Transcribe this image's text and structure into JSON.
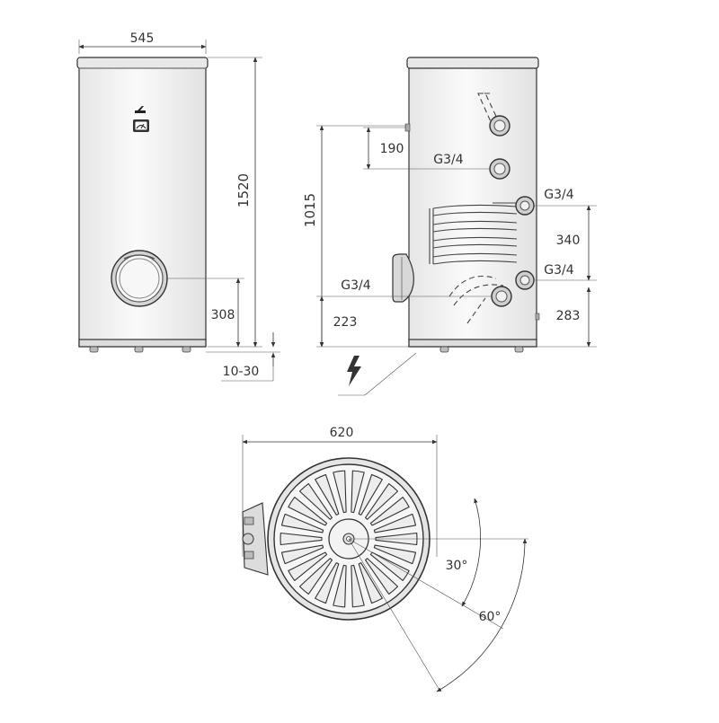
{
  "front_view": {
    "width_label": "545",
    "height_label": "1520",
    "flange_height_label": "308",
    "feet_label": "10-30"
  },
  "side_view": {
    "offset_label": "190",
    "inlet_height_label": "1015",
    "bottom_height_label": "223",
    "coil_spacing_label": "340",
    "coil_bottom_label": "283",
    "port_labels": {
      "upper": "G3/4",
      "coil_top": "G3/4",
      "coil_bottom": "G3/4",
      "lower": "G3/4"
    }
  },
  "top_view": {
    "diameter_label": "620",
    "angle_small_label": "30°",
    "angle_large_label": "60°"
  },
  "icons": {
    "power": "lightning-bolt-icon",
    "brand": "brand-logo-icon",
    "thermometer": "thermometer-gauge-icon"
  },
  "colors": {
    "tank_body": "#f4f4f4",
    "fitting": "#c9c9c9",
    "line": "#333333"
  }
}
